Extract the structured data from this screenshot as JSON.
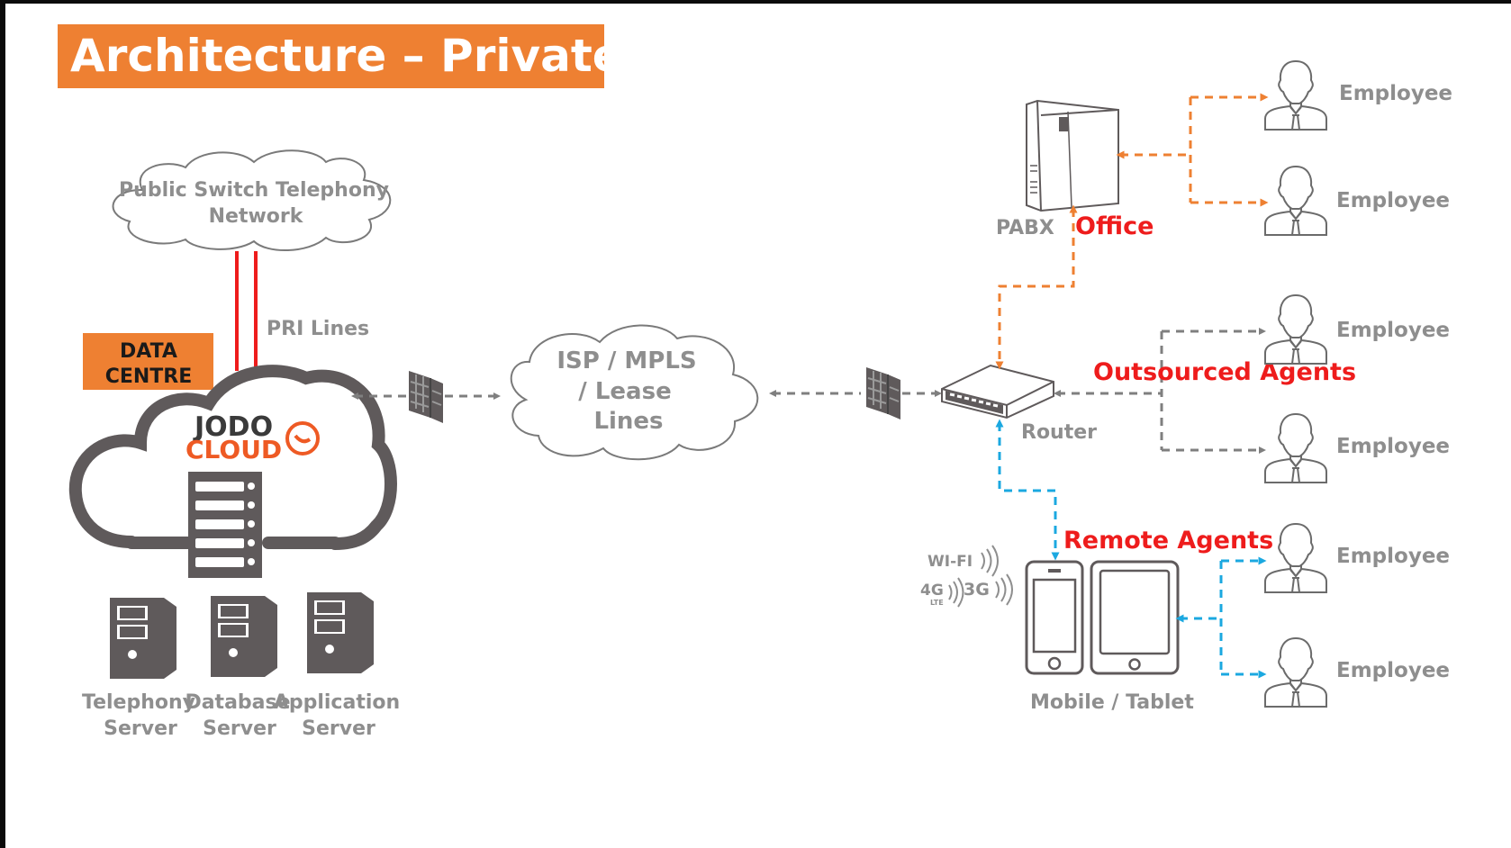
{
  "title": "Architecture – Private",
  "data_centre": [
    "DATA",
    "CENTRE"
  ],
  "brand": {
    "line1": "JODO",
    "line2": "CLOUD"
  },
  "pstn": [
    "Public Switch Telephony",
    "Network"
  ],
  "pri_lines": "PRI Lines",
  "isp": [
    "ISP / MPLS",
    "/ Lease",
    "Lines"
  ],
  "servers": [
    {
      "line1": "Telephony",
      "line2": "Server"
    },
    {
      "line1": "Database",
      "line2": "Server"
    },
    {
      "line1": "Application",
      "line2": "Server"
    }
  ],
  "pabx": "PABX",
  "office": "Office",
  "router": "Router",
  "outsourced": "Outsourced Agents",
  "remote": "Remote Agents",
  "devices": "Mobile / Tablet",
  "signals": {
    "wifi": "WI-FI",
    "g4": "4G",
    "lte": "LTE",
    "g3": "3G"
  },
  "employees": [
    "Employee",
    "Employee",
    "Employee",
    "Employee",
    "Employee",
    "Employee"
  ],
  "colors": {
    "orange": "#ee8032",
    "red": "#ee1c1c",
    "grey": "#8e8e8e",
    "blue": "#1ba8e0",
    "dark": "#5f5a5b"
  }
}
